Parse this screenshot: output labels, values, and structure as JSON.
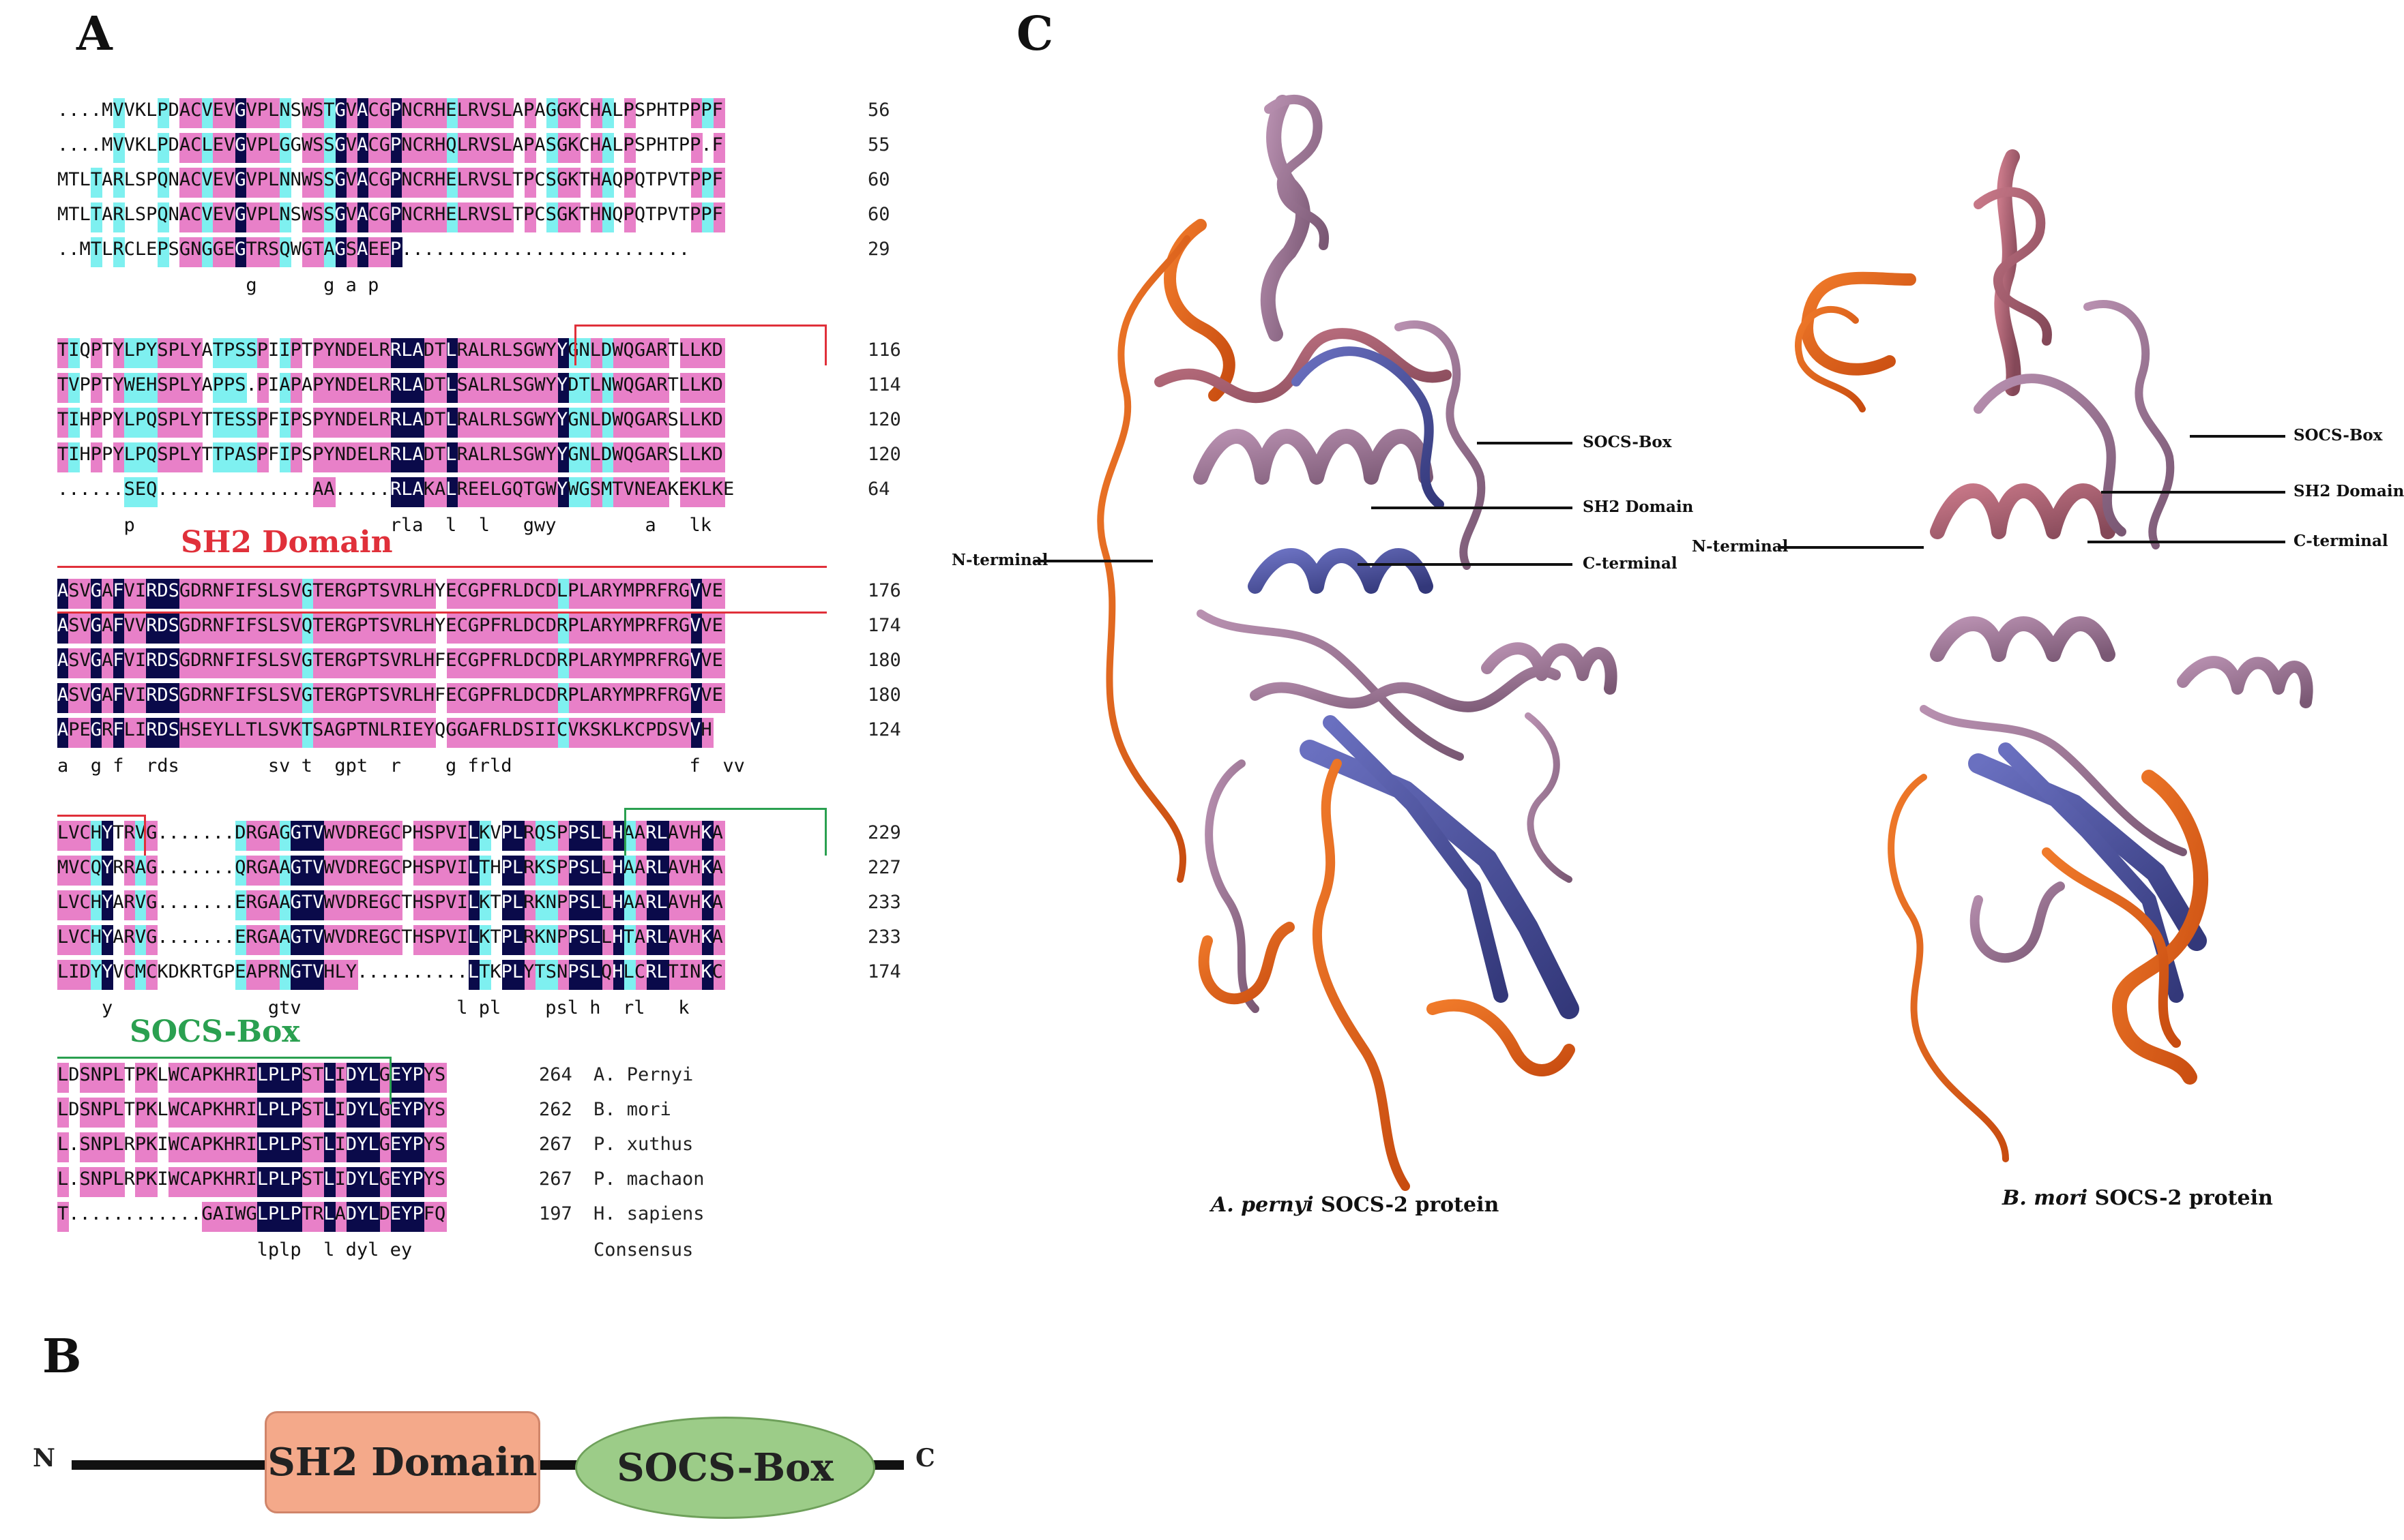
{
  "panels": {
    "a": "A",
    "b": "B",
    "c": "C"
  },
  "alignment": {
    "blocks": [
      {
        "rows": [
          {
            "seq": "....MVVKLPDACVEVGVPLNSWSTGVACGPNCRHELRVSLAPAGGKCHALPSPHTPPPF",
            "end": "56"
          },
          {
            "seq": "....MVVKLPDACLEVGVPLGGWSSGVACGPNCRHQLRVSLAPASGKCHALPSPHTPP.F",
            "end": "55"
          },
          {
            "seq": "MTLTARLSPQNACVEVGVPLNNWSSGVACGPNCRHELRVSLTPCSGKTHAQPQTPVTPPF",
            "end": "60"
          },
          {
            "seq": "MTLTARLSPQNACVEVGVPLNSWSSGVACGPNCRHELRVSLTPCSGKTHNQPQTPVTPPF",
            "end": "60"
          },
          {
            "seq": "..MTLRCLEPSGNGGEGTRSQWGTAGSAEEP..........................",
            "end": "29"
          }
        ],
        "consensus": "                 g      g a p"
      },
      {
        "rows": [
          {
            "seq": "TIQPTYLPYSPLYATPSSPIIPTPYNDELRRLADTLRALRLSGWYYGNLDWQGARTLLKD",
            "end": "116"
          },
          {
            "seq": "TVPPTYWEHSPLYAPPS.PIAPAPYNDELRRLADTLSALRLSGWYYDTLNWQGARTLLKD",
            "end": "114"
          },
          {
            "seq": "TIHPPYLPQSPLYTTESSPFIPSPYNDELRRLADTLRALRLSGWYYGNLDWQGARSLLKD",
            "end": "120"
          },
          {
            "seq": "TIHPPYLPQSPLYTTPASPFIPSPYNDELRRLADTLRALRLSGWYYGNLDWQGARSLLKD",
            "end": "120"
          },
          {
            "seq": "......SEQ..............AA.....RLAKALREELGQTGWYWGSMTVNEAKEKLKE",
            "end": "64"
          }
        ],
        "consensus": "      p                       rla  l  l   gwy        a   lk"
      },
      {
        "rows": [
          {
            "seq": "ASVGAFVIRDSGDRNFIFSLSVGTERGPTSVRLHYECGPFRLDCDLPLARYMPRFRGVVE",
            "end": "176"
          },
          {
            "seq": "ASVGAFVVRDSGDRNFIFSLSVQTERGPTSVRLHYECGPFRLDCDRPLARYMPRFRGVVE",
            "end": "174"
          },
          {
            "seq": "ASVGAFVIRDSGDRNFIFSLSVGTERGPTSVRLHFECGPFRLDCDRPLARYMPRFRGVVE",
            "end": "180"
          },
          {
            "seq": "ASVGAFVIRDSGDRNFIFSLSVGTERGPTSVRLHFECGPFRLDCDRPLARYMPRFRGVVE",
            "end": "180"
          },
          {
            "seq": "APEGRFLIRDSHSEYLLTLSVKTSAGPTNLRIEYQGGAFRLDSIICVKSKLKCPDSVVH",
            "end": "124"
          }
        ],
        "consensus": "a  g f  rds        sv t  gpt  r    g frld                f  vv"
      },
      {
        "rows": [
          {
            "seq": "LVCHYTRVG.......DRGAGGTVWVDREGCPHSPVILKVPLRQSPPSLLHAARLAVHKA",
            "end": "229"
          },
          {
            "seq": "MVCQYRRAG.......QRGAAGTVWVDREGCPHSPVILTHPLRKSPPSLLHAARLAVHKA",
            "end": "227"
          },
          {
            "seq": "LVCHYARVG.......ERGAAGTVWVDREGCTHSPVILKTPLRKNPPSLLHAARLAVHKA",
            "end": "233"
          },
          {
            "seq": "LVCHYARVG.......ERGAAGTVWVDREGCTHSPVILKTPLRKNPPSLLHTARLAVHKA",
            "end": "233"
          },
          {
            "seq": "LIDYYVCMCKDKRTGPEAPRNGTVHLY..........LTKPLYTSNPSLQHLCRLTINKC",
            "end": "174"
          }
        ],
        "consensus": "    y              gtv              l pl    psl h  rl   k"
      },
      {
        "rows": [
          {
            "seq": "LDSNPLTPKLWCAPKHRILPLPSTLIDYLGEYPYS",
            "end": "264",
            "species": "A. Pernyi"
          },
          {
            "seq": "LDSNPLTPKLWCAPKHRILPLPSTLIDYLGEYPYS",
            "end": "262",
            "species": "B. mori"
          },
          {
            "seq": "L.SNPLRPKIWCAPKHRILPLPSTLIDYLGEYPYS",
            "end": "267",
            "species": "P. xuthus"
          },
          {
            "seq": "L.SNPLRPKIWCAPKHRILPLPSTLIDYLGEYPYS",
            "end": "267",
            "species": "P. machaon"
          },
          {
            "seq": "T............GAIWGLPLPTRLADYLDEYPFQ",
            "end": "197",
            "species": "H. sapiens"
          }
        ],
        "consensus": "                  lplp  l dyl ey",
        "consensus_label": "Consensus"
      }
    ],
    "domain_labels": {
      "sh2": "SH2 Domain",
      "socs": "SOCS-Box"
    },
    "colors": {
      "identical": "#0a0a4a",
      "high": "#e880c8",
      "low": "#7ef0f0",
      "sh2_box": "#e0303a",
      "socs_box": "#2aa050"
    }
  },
  "schematic": {
    "n_label": "N",
    "c_label": "C",
    "sh2_label": "SH2 Domain",
    "socs_label": "SOCS-Box",
    "sh2_color": "#f4a98a",
    "socs_color": "#9ccc88"
  },
  "structures": [
    {
      "species_italic": "A. pernyi",
      "caption_rest": " SOCS-2 protein",
      "callouts": {
        "socs": "SOCS-Box",
        "sh2": "SH2 Domain",
        "c_term": "C-terminal",
        "n_term": "N-terminal"
      }
    },
    {
      "species_italic": "B. mori",
      "caption_rest": " SOCS-2 protein",
      "callouts": {
        "socs": "SOCS-Box",
        "sh2": "SH2 Domain",
        "c_term": "C-terminal",
        "n_term": "N-terminal"
      }
    }
  ],
  "ribbon_colors": {
    "orange": "#e8641a",
    "mauve": "#9a7090",
    "blue": "#4a4f98",
    "rose": "#a86070"
  }
}
